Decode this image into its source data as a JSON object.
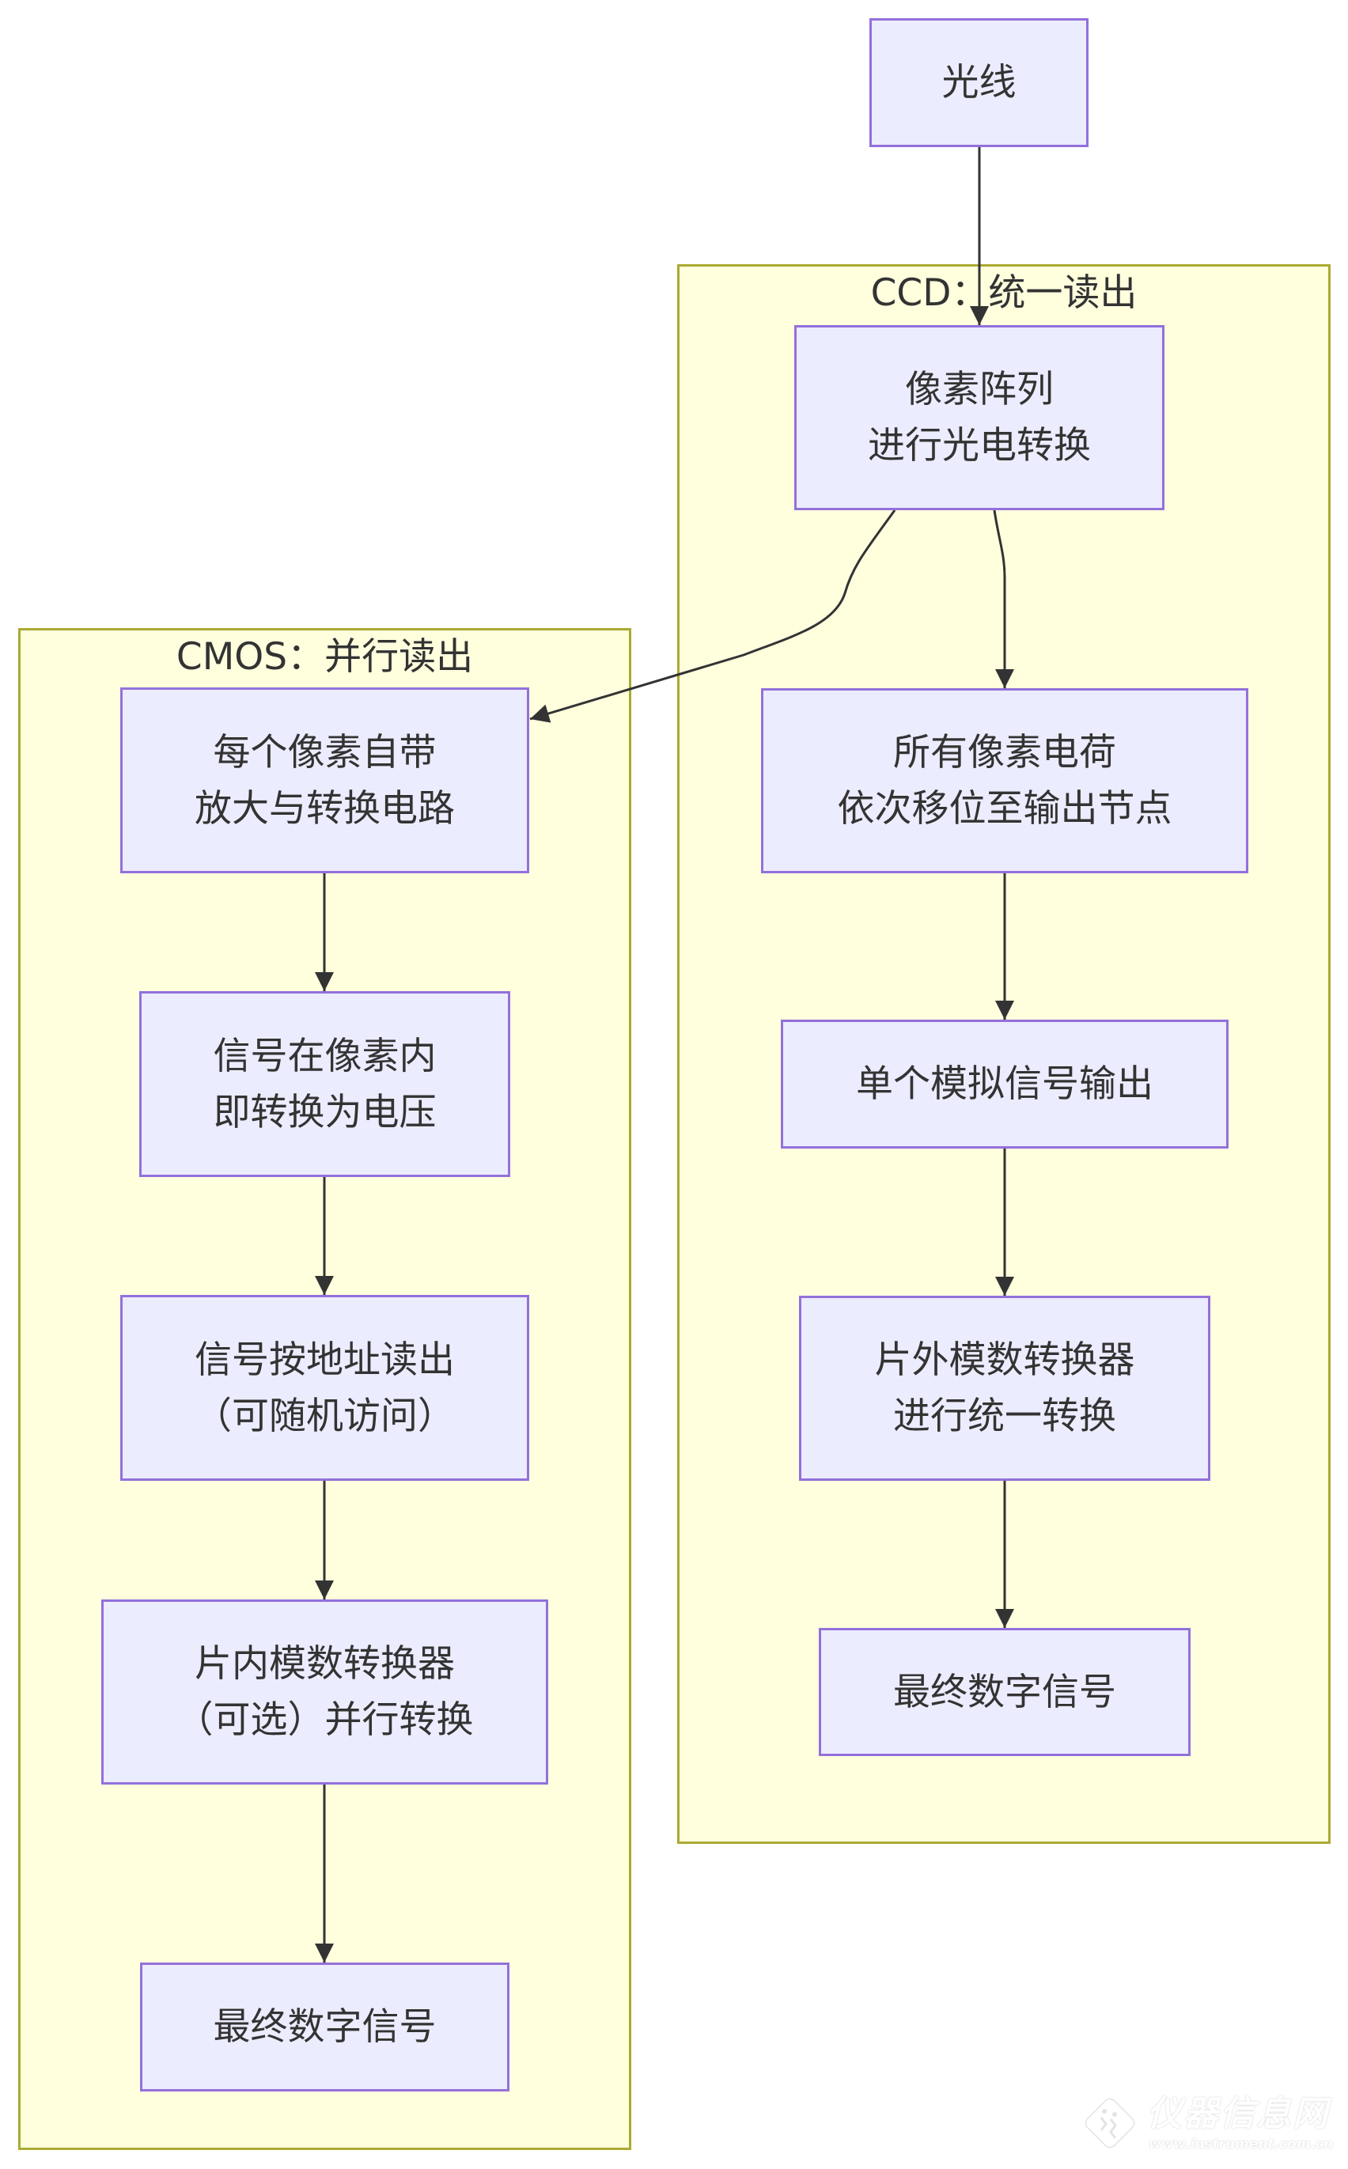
{
  "theme": {
    "node_fill": "#ECECFF",
    "node_stroke": "#9370DB",
    "cluster_fill": "#FFFFDE",
    "cluster_stroke": "#AAAA33",
    "edge_color": "#333333",
    "text_color": "#333333"
  },
  "diagram": {
    "type": "flowchart",
    "clusters": [
      {
        "title": "CMOS：并行读出"
      },
      {
        "title": "CCD：统一读出"
      }
    ],
    "nodes": [
      {
        "lines": [
          "光线"
        ],
        "cluster": null
      },
      {
        "lines": [
          "像素阵列",
          "进行光电转换"
        ],
        "cluster": 1
      },
      {
        "lines": [
          "所有像素电荷",
          "依次移位至输出节点"
        ],
        "cluster": 1
      },
      {
        "lines": [
          "单个模拟信号输出"
        ],
        "cluster": 1
      },
      {
        "lines": [
          "片外模数转换器",
          "进行统一转换"
        ],
        "cluster": 1
      },
      {
        "lines": [
          "最终数字信号"
        ],
        "cluster": 1
      },
      {
        "lines": [
          "每个像素自带",
          "放大与转换电路"
        ],
        "cluster": 0
      },
      {
        "lines": [
          "信号在像素内",
          "即转换为电压"
        ],
        "cluster": 0
      },
      {
        "lines": [
          "信号按地址读出",
          "（可随机访问）"
        ],
        "cluster": 0
      },
      {
        "lines": [
          "片内模数转换器",
          "（可选）并行转换"
        ],
        "cluster": 0
      },
      {
        "lines": [
          "最终数字信号"
        ],
        "cluster": 0
      }
    ],
    "edges": [
      {
        "from": 0,
        "to": 1
      },
      {
        "from": 1,
        "to": 2
      },
      {
        "from": 1,
        "to": 6
      },
      {
        "from": 2,
        "to": 3
      },
      {
        "from": 3,
        "to": 4
      },
      {
        "from": 4,
        "to": 5
      },
      {
        "from": 6,
        "to": 7
      },
      {
        "from": 7,
        "to": 8
      },
      {
        "from": 8,
        "to": 9
      },
      {
        "from": 9,
        "to": 10
      }
    ]
  },
  "watermark": {
    "brand": "仪器信息网",
    "url": "www.instrument.com.cn"
  }
}
